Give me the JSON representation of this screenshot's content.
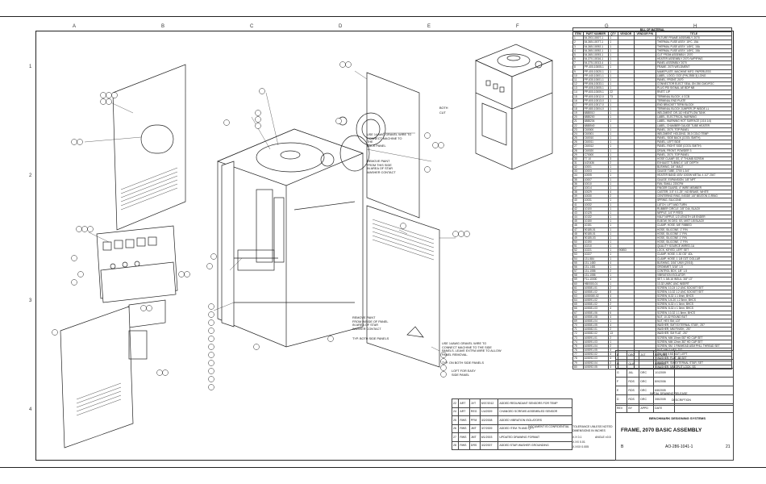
{
  "bom": {
    "title": "BILL OF MATERIAL",
    "headers": [
      "ITEM",
      "PART NUMBER",
      "QTY",
      "VENDOR",
      "VENDOR P/N",
      "TITLE"
    ],
    "rows": [
      [
        "1",
        "54-393-10007-1",
        "1",
        "",
        "",
        "FILTURE FRAME ASSEMBLY, 2070"
      ],
      [
        "2",
        "54-365-10077-1",
        "1",
        "",
        "",
        "THERMAL FUSE ASSY, 15ºC, 15A"
      ],
      [
        "3",
        "54-365-10092-1",
        "1",
        "",
        "",
        "THERMAL FUSE ASSY, 145ºC, 15A"
      ],
      [
        "4",
        "54-365-10092-1",
        "1",
        "",
        "",
        "THERMAL FUSE ASSY, 145ºC, 15A"
      ],
      [
        "5",
        "54-365-10093-1",
        "1",
        "",
        "",
        "CUT FROM ASSEMBLY, 2070"
      ],
      [
        "6",
        "54-370-10016-1",
        "1",
        "",
        "",
        "HEATER ASSEMBLY 2070 /W/PIPING"
      ],
      [
        "7",
        "54-375-10013-4",
        "1",
        "",
        "",
        "PANEL ASSEMBLY 2070"
      ],
      [
        "8",
        "PP-400-10005-1",
        "1",
        "",
        "",
        "FRAME, 2070 WELDMENT"
      ],
      [
        "9",
        "PP-400-10020-1",
        "1",
        "",
        "",
        "NAMEPLATE, MACHINE INFO, PAPERLESS"
      ],
      [
        "10",
        "PP-440-10001-1",
        "1",
        "",
        "",
        "LABEL, LOGO, OCE (P/N 2555 3) LONG"
      ],
      [
        "11",
        "PP-630-10001-1",
        "1",
        "",
        "",
        "PANEL, FRONT, 2070"
      ],
      [
        "12",
        "PP-606-10033-1",
        "1",
        "",
        "",
        "CONNECTOR ELECT SEAL GN 250 CMO/FOC"
      ],
      [
        "13",
        "PP-605-10005-1",
        "1",
        "",
        "",
        "PLUG PSI SIGNAL AE BDP NB"
      ],
      [
        "14",
        "PP-600-10009-1",
        "22",
        "",
        "",
        "RIVET, LIP"
      ],
      [
        "15",
        "PP-600-10012-0",
        "73",
        "",
        "",
        "TERMINAL BLOCK, 4 CCB"
      ],
      [
        "16",
        "PP-600-10013-0",
        "1",
        "",
        "",
        "TERMINAL END PLATE"
      ],
      [
        "17",
        "PP-600-10017-0",
        "1",
        "",
        "",
        "END BRACKET TERM BLOCK"
      ],
      [
        "18",
        "PP-680-10004-0",
        "1",
        "",
        "",
        "TERMINAL BLOCK JUMPER 2P INSIDE-LL"
      ],
      [
        "19",
        "6888010",
        "1",
        "",
        "",
        "WELDMENT, DR-110 HEATFLOW TANK"
      ],
      [
        "20",
        "6888200",
        "1",
        "",
        "",
        "LABEL, ELECTRICAL WARNING"
      ],
      [
        "21",
        "6888204",
        "1",
        "",
        "",
        "LABEL, WARNING HOT SURFACE (1/16 1/4)"
      ],
      [
        "22",
        "6888540",
        "1",
        "",
        "",
        "LABEL, CHAMBER GAUGE TUBE HEATER"
      ],
      [
        "23",
        "C60000",
        "1",
        "",
        "",
        "PANEL, 2070, TOP PANEL"
      ],
      [
        "24",
        "C60001",
        "1",
        "",
        "",
        "WELDMENT, HOLDING, 35.3 COLD TEMP"
      ],
      [
        "25",
        "C60010",
        "1",
        "",
        "",
        "PANEL, SIDE BACK (COOL SMITH)"
      ],
      [
        "26",
        "C60011",
        "1",
        "",
        "",
        "PANEL, LEFT SIDE"
      ],
      [
        "27",
        "C60012",
        "1",
        "",
        "",
        "PANEL, RIGHT SIDE (COOL SMITH)"
      ],
      [
        "28",
        "C60020",
        "1",
        "",
        "",
        "DRAIN, FRONT, POWDER 3"
      ],
      [
        "29",
        "C70000",
        "1",
        "",
        "",
        "PANEL, 2070, TOP PANEL"
      ],
      [
        "30",
        "T7.10",
        "3",
        "",
        "",
        "HOSE CLAMP, SS, 4\" THUMB SCREW"
      ],
      [
        "31",
        "A/20436",
        "2",
        "",
        "",
        "EXHAUST TUBING 4\" 1/8\" DEPTH"
      ],
      [
        "32",
        "10001",
        "1",
        "",
        "",
        "BUSHING, 3/4\" MALE"
      ],
      [
        "33",
        "10003",
        "1",
        "",
        "",
        "GAUGE TUBE, 2700 1-3/4\""
      ],
      [
        "34",
        "10005",
        "1",
        "",
        "",
        "HEATER BAND 400V 1000W METAL 4 1/2\" 2047"
      ],
      [
        "35",
        "10007",
        "1",
        "",
        "",
        "GAUGE, EXPANSION, 1/8\" NPT"
      ],
      [
        "36",
        "10010",
        "1",
        "",
        "",
        "FAN, SMALL 220CFM"
      ],
      [
        "37",
        "10014",
        "1",
        "",
        "",
        "FINGER GUARD, 4\" WIRE MEMBER"
      ],
      [
        "38",
        "10029",
        "4",
        "",
        "",
        "CASTER, 3.5\" X 1.25\", NO BRAKE, WHITE"
      ],
      [
        "39",
        "10030",
        "2",
        "",
        "",
        "CENTERING RING, INSIDE 1/8\" BEATON O-RING"
      ],
      [
        "40",
        "10031",
        "1",
        "",
        "",
        "SPRING, SILICONE"
      ],
      [
        "41",
        "10032",
        "1",
        "",
        "",
        "LATCH, LIFT AND TURN"
      ],
      [
        "42",
        "10100",
        "1",
        "",
        "",
        "RUBBER CIRCLE, 2/8\" DIA, BLACK"
      ],
      [
        "43",
        "10125",
        "1",
        "",
        "",
        "NIPPLE, 1/4\" P FEED"
      ],
      [
        "44",
        "10132",
        "1",
        "",
        "",
        "HALF NIPPLE, 1/2 LENGTH 1/8 ENDER"
      ],
      [
        "45",
        "10150",
        "1",
        "",
        "",
        "ELBOW, 90 DEG. SS, MIST 1/8 BLACK"
      ],
      [
        "46",
        "10151",
        "1",
        "",
        "",
        "CLAMP, HOSE, 5/8\" RIBBED"
      ],
      [
        "47",
        "90185-01",
        "1",
        "",
        "",
        "HOSE, SILICONE, 1\" P/N"
      ],
      [
        "48",
        "90185-01",
        "1",
        "",
        "",
        "HOSE, SILICONE 1\" P/N"
      ],
      [
        "49",
        "90185-03",
        "1",
        "",
        "",
        "HOSE, SILICONE 1\" P/N"
      ],
      [
        "50",
        "10190",
        "1",
        "",
        "",
        "HOSE, SILICONE, 1\" P/N"
      ],
      [
        "51",
        "10210",
        "1",
        "",
        "",
        "QUALITY SOURCE WIRED-1A"
      ],
      [
        "52",
        "10221",
        "1",
        "90853",
        "",
        "LOCK, KEYED, LEFT SET"
      ],
      [
        "53",
        "10227",
        "1",
        "",
        "",
        "CLAMP, HOSE, 1.30 OD\" 4DL"
      ],
      [
        "54",
        "131-584",
        "1",
        "",
        "",
        "CLAMP, HOSE, 1 1/8 OZT, DOLLAR"
      ],
      [
        "55",
        "131-1480",
        "4",
        "",
        "",
        "BUSHING, 3/16\" UNIV (20/16)"
      ],
      [
        "56",
        "131-1481",
        "1",
        "",
        "",
        "GROMMET, 3/16\" 1-5"
      ],
      [
        "57",
        "131-1086",
        "2",
        "",
        "",
        "CONTROL BOX, 1/8\" 1-5"
      ],
      [
        "58",
        "131-1086",
        "1",
        "",
        "",
        "VIBRATION ISOLATOR"
      ],
      [
        "59",
        "F11-10000",
        "4",
        "",
        "",
        "SET, 1 3/8-16 INSUL, 3/8\" 13\""
      ],
      [
        "60",
        "HB0000-01",
        "1",
        "",
        "",
        "10-32 UNRC UNC INSERT"
      ],
      [
        "61",
        "A00081-01",
        "2",
        "",
        "",
        "SCREW, 10-24 1.2 UNC SOCKET SET"
      ],
      [
        "62",
        "A00081-02",
        "8",
        "",
        "",
        "SCREW, 10-32 1.2 UNC SOCKET SET"
      ],
      [
        "63",
        "A000080-02",
        "4",
        "",
        "",
        "SCREW, 8-32 1.1 8mm, BHCS"
      ],
      [
        "64",
        "A00091-02",
        "6",
        "",
        "",
        "SCREW, 1/4-20 1.2 8mm, BHCS"
      ],
      [
        "65",
        "A00081-02",
        "2",
        "",
        "",
        "SCREW, 6-32 x 1 3mm, BHCS"
      ],
      [
        "66",
        "A00081-03",
        "4",
        "",
        "",
        "SCREW, 8-32 x 1 3mm, BHCS"
      ],
      [
        "67",
        "A00081-06",
        "6",
        "",
        "",
        "SCREW, 10-32 1.1 8mm, BHCS"
      ],
      [
        "68",
        "A00081-08",
        "4",
        "",
        "",
        "NUT, 10-32 ROUND BUT"
      ],
      [
        "69",
        "A00081-04",
        "1",
        "",
        "",
        "NUT, HEX SM, LDT"
      ],
      [
        "70",
        "A00081-05",
        "4",
        "",
        "",
        "WASHER, SMT EXTERNAL STAR, .257"
      ],
      [
        "71",
        "A00082-01",
        "2",
        "",
        "",
        "WASHER, MM FINISH, .257"
      ],
      [
        "72",
        "A00082-02",
        "13",
        "",
        "",
        "WASHER, SM FLAT, .257"
      ],
      [
        "73",
        "A00091-01",
        "2",
        "",
        "",
        "SCREW, MM 10mm 087 HD CAP SET"
      ],
      [
        "74",
        "A00091-03",
        "1",
        "",
        "",
        "SCREW, MM 12mm 387 HD CAP SET"
      ],
      [
        "75",
        "A00091-04",
        "2",
        "",
        "",
        "SCREW, SM. 1 PANHEAD ASM PHLL THREAD SET"
      ],
      [
        "76",
        "A00091-05",
        "4",
        "",
        "",
        "NUT, MM 1 HEX, DO"
      ],
      [
        "77",
        "A00092-02",
        "4",
        "",
        "",
        "SM, MM 0.5G NUT, LEFT"
      ],
      [
        "78",
        "A00092-03",
        "4",
        "",
        "",
        "WASHER, FLAT .88 SET"
      ],
      [
        "79",
        "A00092-04",
        "2",
        "",
        "",
        "WASHER, SM EXTERNAL STAR, SET"
      ],
      [
        "80",
        "A00092-05",
        "4",
        "",
        "",
        "WASHER, MM SPLIT LOCK, SS"
      ]
    ]
  },
  "notes": {
    "n1": "USE 14AWG GRAVEL WIRE TO\nCONNECT MACHINE TO\nTHE\nBACK PANEL",
    "n2": "REMOVE PAINT\nFROM THIS SIDE\nIN AREA OF STAR\nWASHER CONTACT",
    "n3": "REMOVE PAINT\nFROM INSIDE OF PANEL\nIN AREA OF STAR\nWASHER CONTACT",
    "n4": "TYP. BOTH SIDE PANELS",
    "n5": "USE 14AWG GRAVEL WIRE TO\nCONNECT MACHINE TO THE SIDE\nPANELS. LEAVE EXTRA WIRE TO ALLOW\nPANEL REMOVAL.",
    "n6": "TYP. ON BOTH SIDE PANELS",
    "n7": "LOFT FOR EASY\nSIDE PANEL",
    "cut": "CUT",
    "both": "BOTH"
  },
  "rev_table": {
    "rows": [
      [
        "22",
        "ART",
        "JVT",
        "5/07/2012",
        "ADDED REDUNDANT SENSORS FOR TEMP"
      ],
      [
        "24",
        "ART",
        "REG",
        "1/4/2009",
        "CHANGED SCREWS ASSEMBLED SENSOR"
      ],
      [
        "25",
        "RWS",
        "PFM",
        "3/2/2008",
        "ADDED VIBRATION ISOLATORS"
      ],
      [
        "26",
        "RWS",
        "JMT",
        "3/7/2009",
        "ADDED ITEM 75 AND QTY"
      ],
      [
        "27",
        "RWS",
        "JMT",
        "6/1/2003",
        "UPDATED DRAWING FORMAT"
      ],
      [
        "28",
        "RWS",
        "DRS",
        "3/2/2007",
        "ADDED STAR WASHER GROUNDING"
      ]
    ]
  },
  "rev_table2": {
    "rows": [
      [
        "8",
        "DRC",
        "JVT",
        "9/07/2011"
      ],
      [
        "H",
        "GLK",
        "",
        "9/9/2009"
      ],
      [
        "G",
        "JAL",
        "DRC",
        "1/1/2009"
      ],
      [
        "F",
        "RDS",
        "DRC",
        "8/9/2006"
      ],
      [
        "E",
        "RDS",
        "DRC",
        "6/8/2005"
      ],
      [
        "D",
        "RDS",
        "DRC",
        "3/8/2005"
      ],
      [
        "REV",
        "BY",
        "APPD",
        "DATE"
      ]
    ],
    "description_header": "DESCRIPTION",
    "initial": "INITIAL DRAWING RELEASE"
  },
  "title_block": {
    "company": "BENCHMARK DESIGNING SYSTEMS",
    "title": "FRAME, 2070 BASIC ASSEMBLY",
    "size": "B",
    "dwg_no": "AO-286-1041-1",
    "rev": "21",
    "tolerance_title": "TOLERANCE UNLESS NOTED\nDIMENSIONS IN INCHES",
    "tol1": "X.X   0.1",
    "tol2": "X.XX  0.01",
    "tol3": "X.XXX 0.005",
    "angle": "ANGLE ±0.5",
    "confidential": "DOCUMENT IS CONFIDENTIAL"
  },
  "zones": {
    "top": [
      "A",
      "B",
      "C",
      "D",
      "E",
      "F",
      "G",
      "H"
    ],
    "side": [
      "1",
      "2",
      "3",
      "4"
    ]
  }
}
